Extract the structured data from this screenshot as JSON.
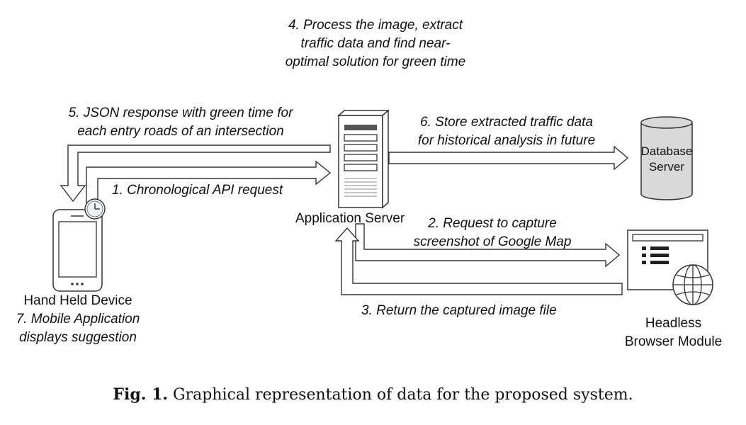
{
  "steps": {
    "s4": [
      "4. Process the image, extract",
      "traffic data and find near-",
      "optimal solution for green time"
    ],
    "s5": [
      "5. JSON response with green time for",
      "each entry roads of an intersection"
    ],
    "s6": [
      "6. Store extracted traffic data",
      "for historical analysis in future"
    ],
    "s1": "1. Chronological API request",
    "s2": [
      "2. Request to capture",
      "screenshot of Google Map"
    ],
    "s3": "3. Return the captured image file",
    "s7": [
      "7. Mobile Application",
      "displays suggestion"
    ]
  },
  "nodes": {
    "app_server": "Application Server",
    "database": [
      "Database",
      "Server"
    ],
    "handheld": "Hand Held Device",
    "headless": [
      "Headless",
      "Browser Module"
    ]
  },
  "caption": {
    "prefix": "Fig. 1.",
    "text": " Graphical representation of data for the proposed system."
  }
}
